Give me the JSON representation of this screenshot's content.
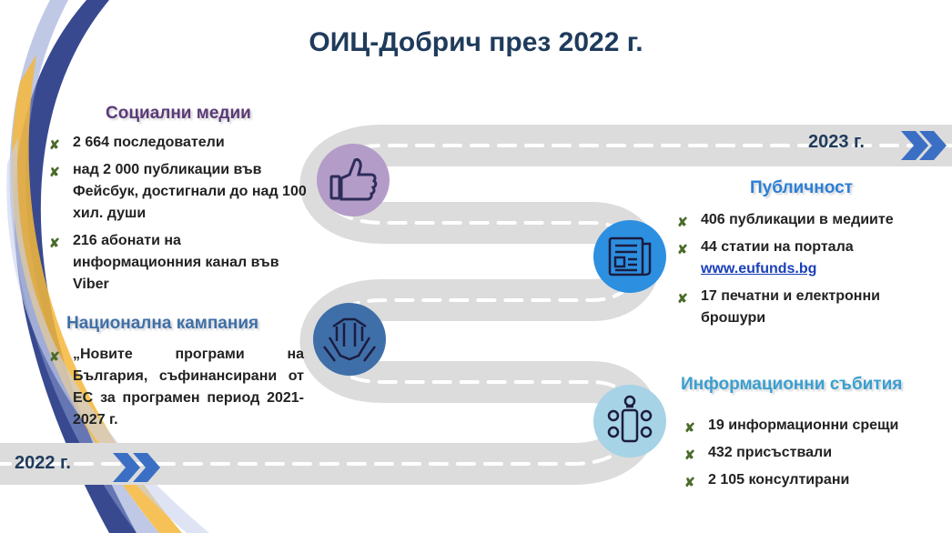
{
  "title": "ОИЦ-Добрич през 2022 г.",
  "year_start": "2022 г.",
  "year_end": "2023 г.",
  "colors": {
    "navy": "#1f3b5c",
    "social": "#5a3a78",
    "national": "#3f6fa8",
    "publicity": "#2c7fd6",
    "events": "#3a9fd0"
  },
  "social": {
    "title": "Социални медии",
    "icon": "thumbs-up-icon",
    "items": [
      "2 664 последователи",
      "над 2 000 публикации във Фейсбук, достигнали до над 100 хил. души",
      "216 абонати на информационния канал във Viber"
    ]
  },
  "national": {
    "title": "Национална кампания",
    "icon": "hands-together-icon",
    "items": [
      "„Новите програми на България, съфинансирани от ЕС за програмен период 2021-2027 г."
    ]
  },
  "publicity": {
    "title": "Публичност",
    "icon": "newspaper-icon",
    "items": [
      "406 публикации в медиите",
      "44 статии на портала",
      "17 печатни и електронни брошури"
    ],
    "link": "www.eufunds.bg"
  },
  "events": {
    "title": "Информационни събития",
    "icon": "meeting-table-icon",
    "items": [
      "19 информационни срещи",
      "432 присъствали",
      "2 105 консултирани"
    ]
  }
}
